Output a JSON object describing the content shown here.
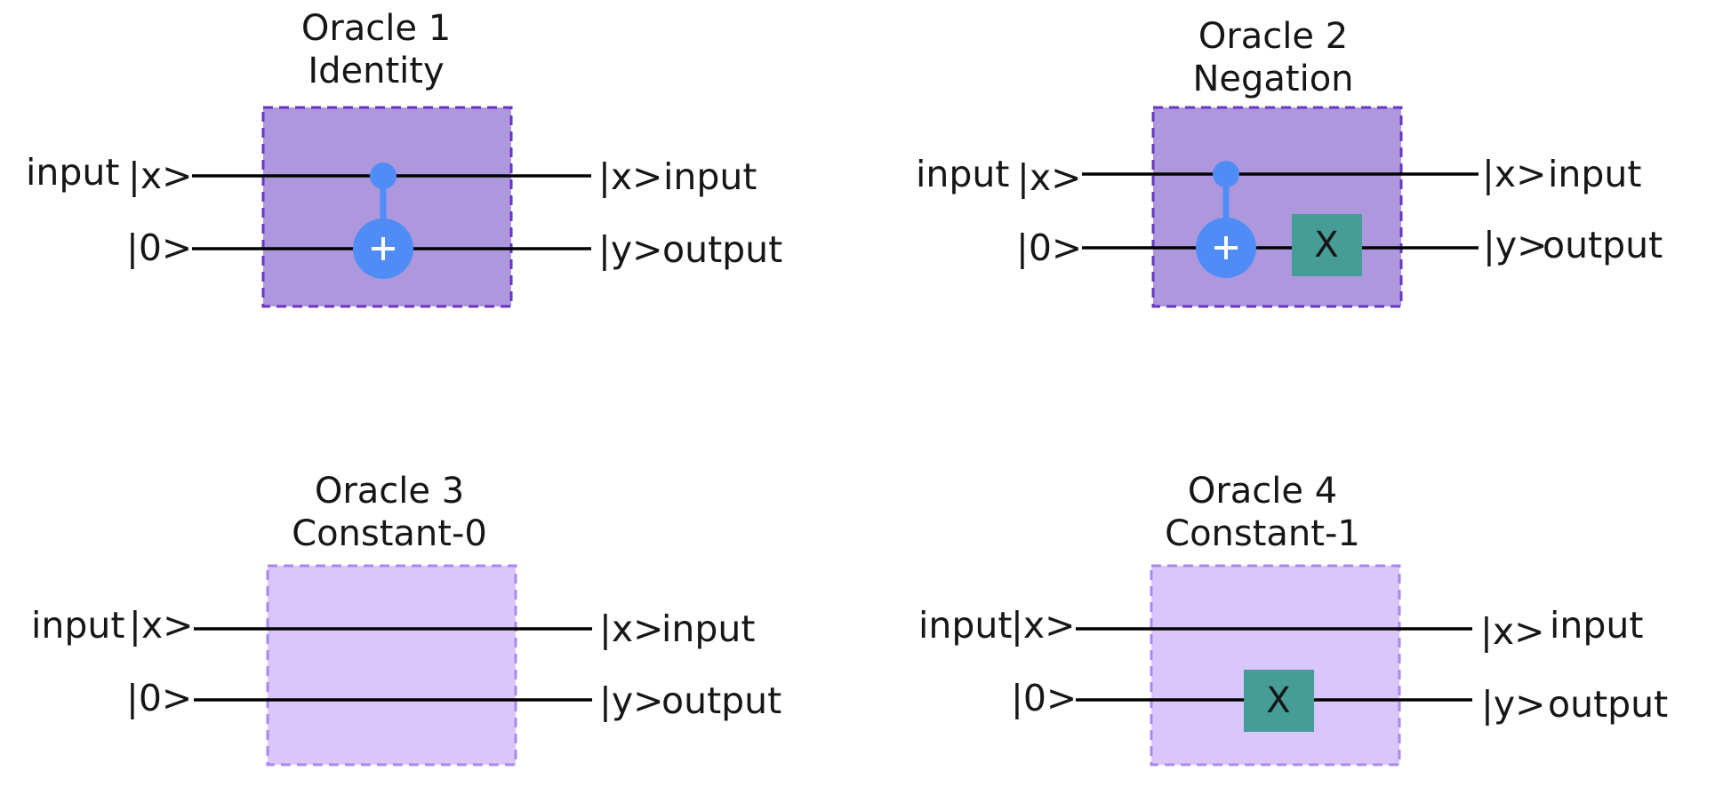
{
  "colors": {
    "box_dark_fill": "#ae98dd",
    "box_dark_border": "#6a34c4",
    "box_light_fill": "#d9c7fb",
    "box_light_border": "#ab87ef",
    "cnot": "#4f8cf6",
    "x_gate": "#469c96",
    "wire": "#000000"
  },
  "oracles": [
    {
      "title_line1": "Oracle 1",
      "title_line2": "Identity",
      "in_top_name": "input",
      "in_top_ket": "|x>",
      "in_bottom_ket": "|0>",
      "out_top_ket": "|x>",
      "out_top_name": "input",
      "out_bottom_ket": "|y>",
      "out_bottom_name": "output",
      "box_style": "dark",
      "gates": [
        "cnot"
      ]
    },
    {
      "title_line1": "Oracle 2",
      "title_line2": "Negation",
      "in_top_name": "input",
      "in_top_ket": "|x>",
      "in_bottom_ket": "|0>",
      "out_top_ket": "|x>",
      "out_top_name": "input",
      "out_bottom_ket": "|y>",
      "out_bottom_name": "output",
      "box_style": "dark",
      "gates": [
        "cnot",
        "x"
      ],
      "x_gate_label": "X"
    },
    {
      "title_line1": "Oracle 3",
      "title_line2": "Constant-0",
      "in_top_name": "input",
      "in_top_ket": "|x>",
      "in_bottom_ket": "|0>",
      "out_top_ket": "|x>",
      "out_top_name": "input",
      "out_bottom_ket": "|y>",
      "out_bottom_name": "output",
      "box_style": "light",
      "gates": []
    },
    {
      "title_line1": "Oracle 4",
      "title_line2": "Constant-1",
      "in_top_name": "input",
      "in_top_ket": "|x>",
      "in_bottom_ket": "|0>",
      "out_top_ket": "|x>",
      "out_top_name": "input",
      "out_bottom_ket": "|y>",
      "out_bottom_name": "output",
      "box_style": "light",
      "gates": [
        "x"
      ],
      "x_gate_label": "X"
    }
  ]
}
